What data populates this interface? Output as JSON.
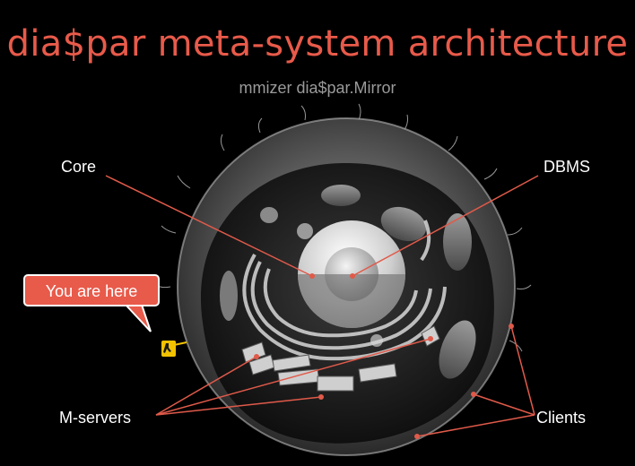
{
  "header": {
    "title": "dia$par meta-system architecture",
    "subtitle": "mmizer dia$par.Mirror"
  },
  "labels": {
    "core": "Core",
    "dbms": "DBMS",
    "m_servers": "M-servers",
    "clients": "Clients"
  },
  "callout": {
    "text": "You are here",
    "icon": "walking-figure-icon"
  },
  "colors": {
    "accent": "#e85a4a",
    "background": "#000000",
    "label": "#ffffff",
    "subtitle": "#9a9a9a",
    "marker": "#f2c200"
  }
}
